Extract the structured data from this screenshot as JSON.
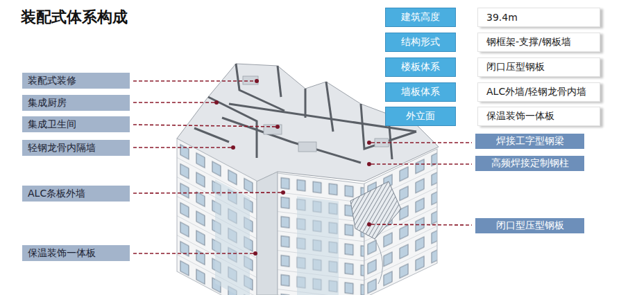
{
  "diagram": {
    "title": "装配式体系构成",
    "nodes": [
      {
        "text": [
          "建筑高度"
        ]
      },
      {
        "text": [
          "39.4m"
        ]
      },
      {
        "text": [
          "结构形式"
        ]
      },
      {
        "text": [
          "钢框架-支撑/钢板墙"
        ]
      },
      {
        "text": [
          "楼板体系"
        ]
      },
      {
        "text": [
          "闭口压型钢板"
        ]
      },
      {
        "text": [
          "墙板体系"
        ]
      },
      {
        "text": [
          "ALC外墙/轻钢龙骨内墙"
        ]
      },
      {
        "text": [
          "外立面"
        ]
      },
      {
        "text": [
          "保温装饰一体板"
        ]
      },
      {
        "text": [
          "装配式装修"
        ]
      },
      {
        "text": [
          "集成厨房"
        ]
      },
      {
        "text": [
          "集成卫生间"
        ]
      },
      {
        "text": [
          "轻钢龙骨内隔墙"
        ]
      },
      {
        "text": [
          "ALC条板外墙"
        ]
      },
      {
        "text": [
          "保温装饰一体板"
        ]
      },
      {
        "text": [
          "焊接工字型钢梁"
        ]
      },
      {
        "text": [
          "高频焊接定制钢柱"
        ]
      },
      {
        "text": [
          "闭口型压型钢板"
        ]
      }
    ]
  }
}
